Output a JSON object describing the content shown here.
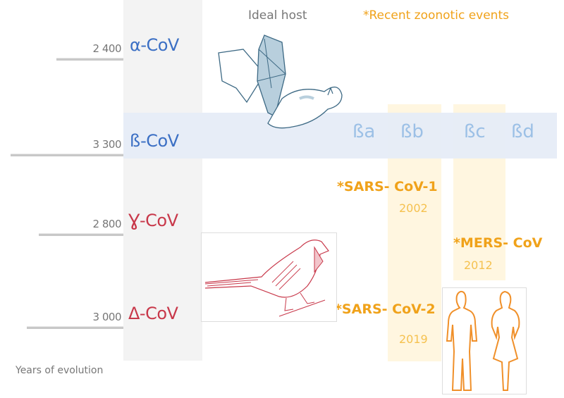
{
  "header": {
    "ideal_host": "Ideal host",
    "zoonotic_title": "*Recent zoonotic events"
  },
  "genera": [
    {
      "name": "α-CoV",
      "years": "2 400",
      "color": "#3b6fc4",
      "host": "bat"
    },
    {
      "name": "ß-CoV",
      "years": "3 300",
      "color": "#3b6fc4",
      "host": "bat"
    },
    {
      "name": "Ɣ-CoV",
      "years": "2 800",
      "color": "#c8384a",
      "host": "bird"
    },
    {
      "name": "Δ-CoV",
      "years": "3 000",
      "color": "#c8384a",
      "host": "bird"
    }
  ],
  "beta_subgenera": [
    "ßa",
    "ßb",
    "ßc",
    "ßd"
  ],
  "events": [
    {
      "name": "*SARS- CoV-1",
      "year": "2002",
      "subgenus": "ßb"
    },
    {
      "name": "*MERS- CoV",
      "year": "2012",
      "subgenus": "ßc"
    },
    {
      "name": "*SARS- CoV-2",
      "year": "2019",
      "subgenus": "ßb",
      "host": "humans"
    }
  ],
  "footer": {
    "axis_label": "Years of evolution"
  },
  "icons": {
    "bat": "bat-illustration",
    "bird": "cardinal-bird-illustration",
    "humans": "human-figures-illustration"
  },
  "colors": {
    "alpha_beta": "#3b6fc4",
    "gamma_delta": "#c8384a",
    "zoonotic": "#f0a21a",
    "subgenus": "#9cc0e6"
  }
}
